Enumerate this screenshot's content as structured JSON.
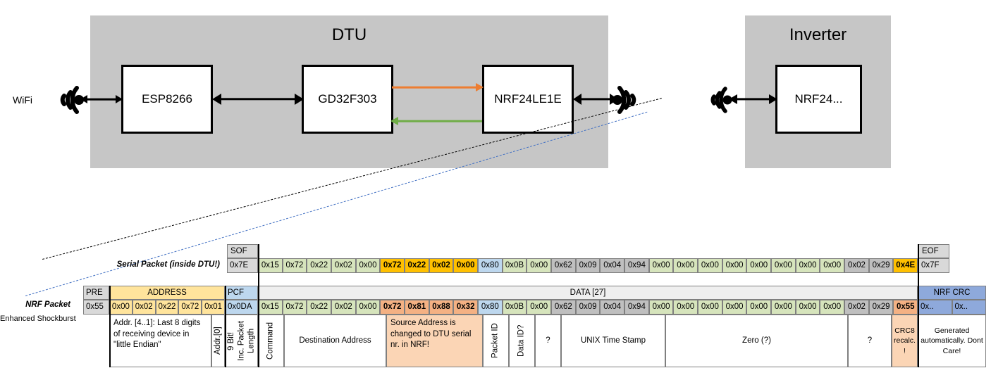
{
  "diagram": {
    "dtu": {
      "title": "DTU",
      "chips": [
        {
          "name": "ESP8266"
        },
        {
          "name": "GD32F303"
        },
        {
          "name": "NRF24LE1E"
        }
      ],
      "wifi_label": "WiFi"
    },
    "inverter": {
      "title": "Inverter",
      "chips": [
        {
          "name": "NRF24..."
        }
      ]
    },
    "colors": {
      "enclosure": "#C6C6C6",
      "chip_fill": "#FFFFFF",
      "arrow_tx": "#ED7D31",
      "arrow_rx": "#70AD47",
      "callout_serial": "#000000",
      "callout_nrf": "#4472C4"
    }
  },
  "serial_packet": {
    "label": "Serial Packet (inside DTU!)",
    "sof_header": "SOF",
    "eof_header": "EOF",
    "sof_value": "0x7E",
    "eof_value": "0x7F",
    "bytes": [
      {
        "v": "0x15",
        "c": "green",
        "b": false
      },
      {
        "v": "0x72",
        "c": "green",
        "b": false
      },
      {
        "v": "0x22",
        "c": "green",
        "b": false
      },
      {
        "v": "0x02",
        "c": "green",
        "b": false
      },
      {
        "v": "0x00",
        "c": "green",
        "b": false
      },
      {
        "v": "0x72",
        "c": "amber",
        "b": true
      },
      {
        "v": "0x22",
        "c": "amber",
        "b": true
      },
      {
        "v": "0x02",
        "c": "amber",
        "b": true
      },
      {
        "v": "0x00",
        "c": "amber",
        "b": true
      },
      {
        "v": "0x80",
        "c": "blue",
        "b": false
      },
      {
        "v": "0x0B",
        "c": "green",
        "b": false
      },
      {
        "v": "0x00",
        "c": "green",
        "b": false
      },
      {
        "v": "0x62",
        "c": "gray",
        "b": false
      },
      {
        "v": "0x09",
        "c": "gray",
        "b": false
      },
      {
        "v": "0x04",
        "c": "gray",
        "b": false
      },
      {
        "v": "0x94",
        "c": "gray",
        "b": false
      },
      {
        "v": "0x00",
        "c": "green",
        "b": false
      },
      {
        "v": "0x00",
        "c": "green",
        "b": false
      },
      {
        "v": "0x00",
        "c": "green",
        "b": false
      },
      {
        "v": "0x00",
        "c": "green",
        "b": false
      },
      {
        "v": "0x00",
        "c": "green",
        "b": false
      },
      {
        "v": "0x00",
        "c": "green",
        "b": false
      },
      {
        "v": "0x00",
        "c": "green",
        "b": false
      },
      {
        "v": "0x00",
        "c": "green",
        "b": false
      },
      {
        "v": "0x02",
        "c": "gray",
        "b": false
      },
      {
        "v": "0x29",
        "c": "gray",
        "b": false
      },
      {
        "v": "0x4E",
        "c": "orange",
        "b": true
      }
    ]
  },
  "nrf_packet": {
    "label": "NRF Packet",
    "sublabel": "Enhanced Shockburst",
    "headers": {
      "pre": "PRE",
      "address": "ADDRESS",
      "pcf": "PCF",
      "data": "DATA [27]",
      "crc": "NRF CRC"
    },
    "pre_value": "0x55",
    "address_bytes": [
      "0x00",
      "0x02",
      "0x22",
      "0x72",
      "0x01"
    ],
    "pcf_value": "0x0DA",
    "bytes": [
      {
        "v": "0x15",
        "c": "green",
        "b": false
      },
      {
        "v": "0x72",
        "c": "green",
        "b": false
      },
      {
        "v": "0x22",
        "c": "green",
        "b": false
      },
      {
        "v": "0x02",
        "c": "green",
        "b": false
      },
      {
        "v": "0x00",
        "c": "green",
        "b": false
      },
      {
        "v": "0x72",
        "c": "salmon",
        "b": true
      },
      {
        "v": "0x81",
        "c": "salmon",
        "b": true
      },
      {
        "v": "0x88",
        "c": "salmon",
        "b": true
      },
      {
        "v": "0x32",
        "c": "salmon",
        "b": true
      },
      {
        "v": "0x80",
        "c": "blue",
        "b": false
      },
      {
        "v": "0x0B",
        "c": "green",
        "b": false
      },
      {
        "v": "0x00",
        "c": "green",
        "b": false
      },
      {
        "v": "0x62",
        "c": "gray",
        "b": false
      },
      {
        "v": "0x09",
        "c": "gray",
        "b": false
      },
      {
        "v": "0x04",
        "c": "gray",
        "b": false
      },
      {
        "v": "0x94",
        "c": "gray",
        "b": false
      },
      {
        "v": "0x00",
        "c": "green",
        "b": false
      },
      {
        "v": "0x00",
        "c": "green",
        "b": false
      },
      {
        "v": "0x00",
        "c": "green",
        "b": false
      },
      {
        "v": "0x00",
        "c": "green",
        "b": false
      },
      {
        "v": "0x00",
        "c": "green",
        "b": false
      },
      {
        "v": "0x00",
        "c": "green",
        "b": false
      },
      {
        "v": "0x00",
        "c": "green",
        "b": false
      },
      {
        "v": "0x00",
        "c": "green",
        "b": false
      },
      {
        "v": "0x02",
        "c": "gray",
        "b": false
      },
      {
        "v": "0x29",
        "c": "gray",
        "b": false
      },
      {
        "v": "0x55",
        "c": "salmon",
        "b": true
      }
    ],
    "crc_bytes": [
      "0x..",
      "0x.."
    ]
  },
  "annotations": {
    "address_desc": "Addr. [4..1]:\nLast 8 digits of receiving device in \"little Endian\"",
    "addr0": "Addr.[0]",
    "pcf_desc": "9 Bit!\nInc. Packet Length",
    "command": "Command",
    "destination_address": "Destination Address",
    "source_address_desc": "Source Address is changed to DTU serial nr. in NRF!",
    "packet_id": "Packet ID",
    "data_id": "Data ID?",
    "unknown1": "?",
    "unix_time_stamp": "UNIX Time Stamp",
    "zero": "Zero (?)",
    "unknown2": "?",
    "crc8": "CRC8 recalc. !",
    "crc_generated": "Generated automatically. Dont Care!"
  },
  "palette": {
    "green": "#D6E4BC",
    "amber": "#FFC000",
    "blue": "#BDD7EE",
    "gray": "#BFBFBF",
    "orange": "#FFC000",
    "salmon": "#F4B183",
    "header_gray": "#D9D9D9",
    "header_amber": "#FFE49C",
    "header_blue": "#BDD7EE",
    "header_lightgray": "#EFEFEF",
    "crc_blue": "#8EA9DB",
    "salmon_light": "#FBD5B5"
  }
}
